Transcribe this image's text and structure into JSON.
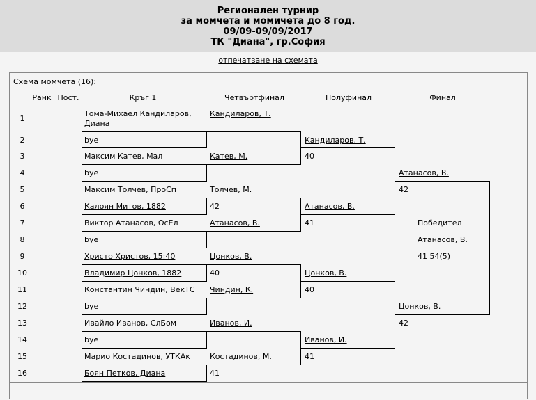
{
  "header": {
    "line1": "Регионален турнир",
    "line2": "за момчета и момичета до 8 год.",
    "line3": "09/09-09/09/2017",
    "line4": "ТК \"Диана\", гр.София"
  },
  "print_link": "отпечатване на схемата",
  "draw_title": "Схема момчета (16):",
  "columns": {
    "rank": "Ранк",
    "seed": "Пост.",
    "round1": "Кръг 1",
    "quarterfinal": "Четвъртфинал",
    "semifinal": "Полуфинал",
    "final": "Финал"
  },
  "rows": [
    {
      "num": "1",
      "player": "Тома-Михаел Кандиларов, Диана",
      "linked": false
    },
    {
      "num": "2",
      "player": "bye",
      "linked": false
    },
    {
      "num": "3",
      "player": "Максим Катев, Мал",
      "linked": false
    },
    {
      "num": "4",
      "player": "bye",
      "linked": false
    },
    {
      "num": "5",
      "player": "Максим Толчев, ПроСп",
      "linked": true
    },
    {
      "num": "6",
      "player": "Калоян Митов, 1882",
      "linked": true
    },
    {
      "num": "7",
      "player": "Виктор Атанасов, ОсЕл",
      "linked": false
    },
    {
      "num": "8",
      "player": "bye",
      "linked": false
    },
    {
      "num": "9",
      "player": "Христо Христов, 15:40",
      "linked": true
    },
    {
      "num": "10",
      "player": "Владимир Цонков, 1882",
      "linked": true
    },
    {
      "num": "11",
      "player": "Константин Чиндин, ВекТС",
      "linked": false
    },
    {
      "num": "12",
      "player": "bye",
      "linked": false
    },
    {
      "num": "13",
      "player": "Ивайло Иванов, СлБом",
      "linked": false
    },
    {
      "num": "14",
      "player": "bye",
      "linked": false
    },
    {
      "num": "15",
      "player": "Марио Костадинов, УТКАк",
      "linked": true
    },
    {
      "num": "16",
      "player": "Боян Петков, Диана",
      "linked": true
    }
  ],
  "quarterfinal": [
    {
      "name": "Кандиларов, Т.",
      "score": ""
    },
    {
      "name": "Катев, М.",
      "score": ""
    },
    {
      "name": "Толчев, М.",
      "score": "42"
    },
    {
      "name": "Атанасов, В.",
      "score": ""
    },
    {
      "name": "Цонков, В.",
      "score": "40"
    },
    {
      "name": "Чиндин, К.",
      "score": ""
    },
    {
      "name": "Иванов, И.",
      "score": ""
    },
    {
      "name": "Костадинов, М.",
      "score": "41"
    }
  ],
  "semifinal": [
    {
      "name": "Кандиларов, Т.",
      "score": "40"
    },
    {
      "name": "Атанасов, В.",
      "score": "41"
    },
    {
      "name": "Цонков, В.",
      "score": "40"
    },
    {
      "name": "Иванов, И.",
      "score": "41"
    }
  ],
  "final": [
    {
      "name": "Атанасов, В.",
      "score": "42"
    },
    {
      "name": "Цонков, В.",
      "score": "42"
    }
  ],
  "winner": {
    "label": "Победител",
    "name": "Атанасов, В.",
    "score": "41 54(5)"
  }
}
